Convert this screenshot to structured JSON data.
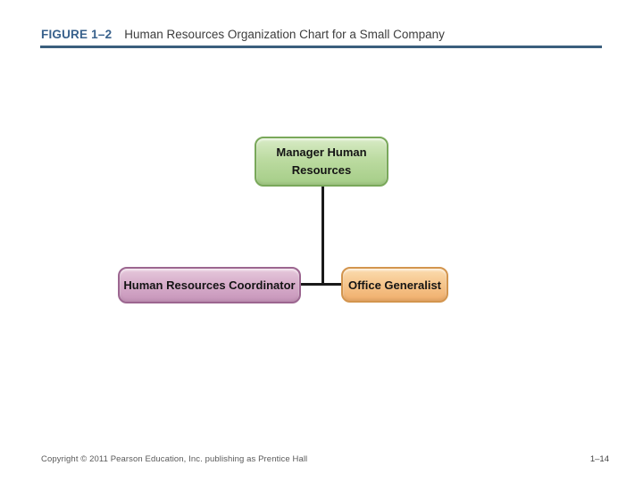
{
  "header": {
    "figure_label": "FIGURE 1–2",
    "title": "Human Resources Organization Chart for a Small Company"
  },
  "org_chart": {
    "type": "organization-chart",
    "nodes": [
      {
        "id": "manager",
        "label": "Manager Human Resources",
        "fill": "#bcdba1",
        "border": "#79A85A",
        "level": 1
      },
      {
        "id": "coordinator",
        "label": "Human Resources Coordinator",
        "fill": "#d7aecb",
        "border": "#9C6690",
        "level": 2
      },
      {
        "id": "generalist",
        "label": "Office Generalist",
        "fill": "#f6c78e",
        "border": "#D3954E",
        "level": 2
      }
    ],
    "edges": [
      {
        "from": "manager",
        "to": "coordinator"
      },
      {
        "from": "manager",
        "to": "generalist"
      }
    ],
    "connector_color": "#1a1a1a"
  },
  "footer": {
    "copyright": "Copyright © 2011 Pearson Education, Inc. publishing as Prentice Hall",
    "page_number": "1–14"
  },
  "colors": {
    "figure_label": "#38618C",
    "header_rule": "#3A5F7D",
    "title_text": "#3d3d3d",
    "background": "#ffffff"
  }
}
